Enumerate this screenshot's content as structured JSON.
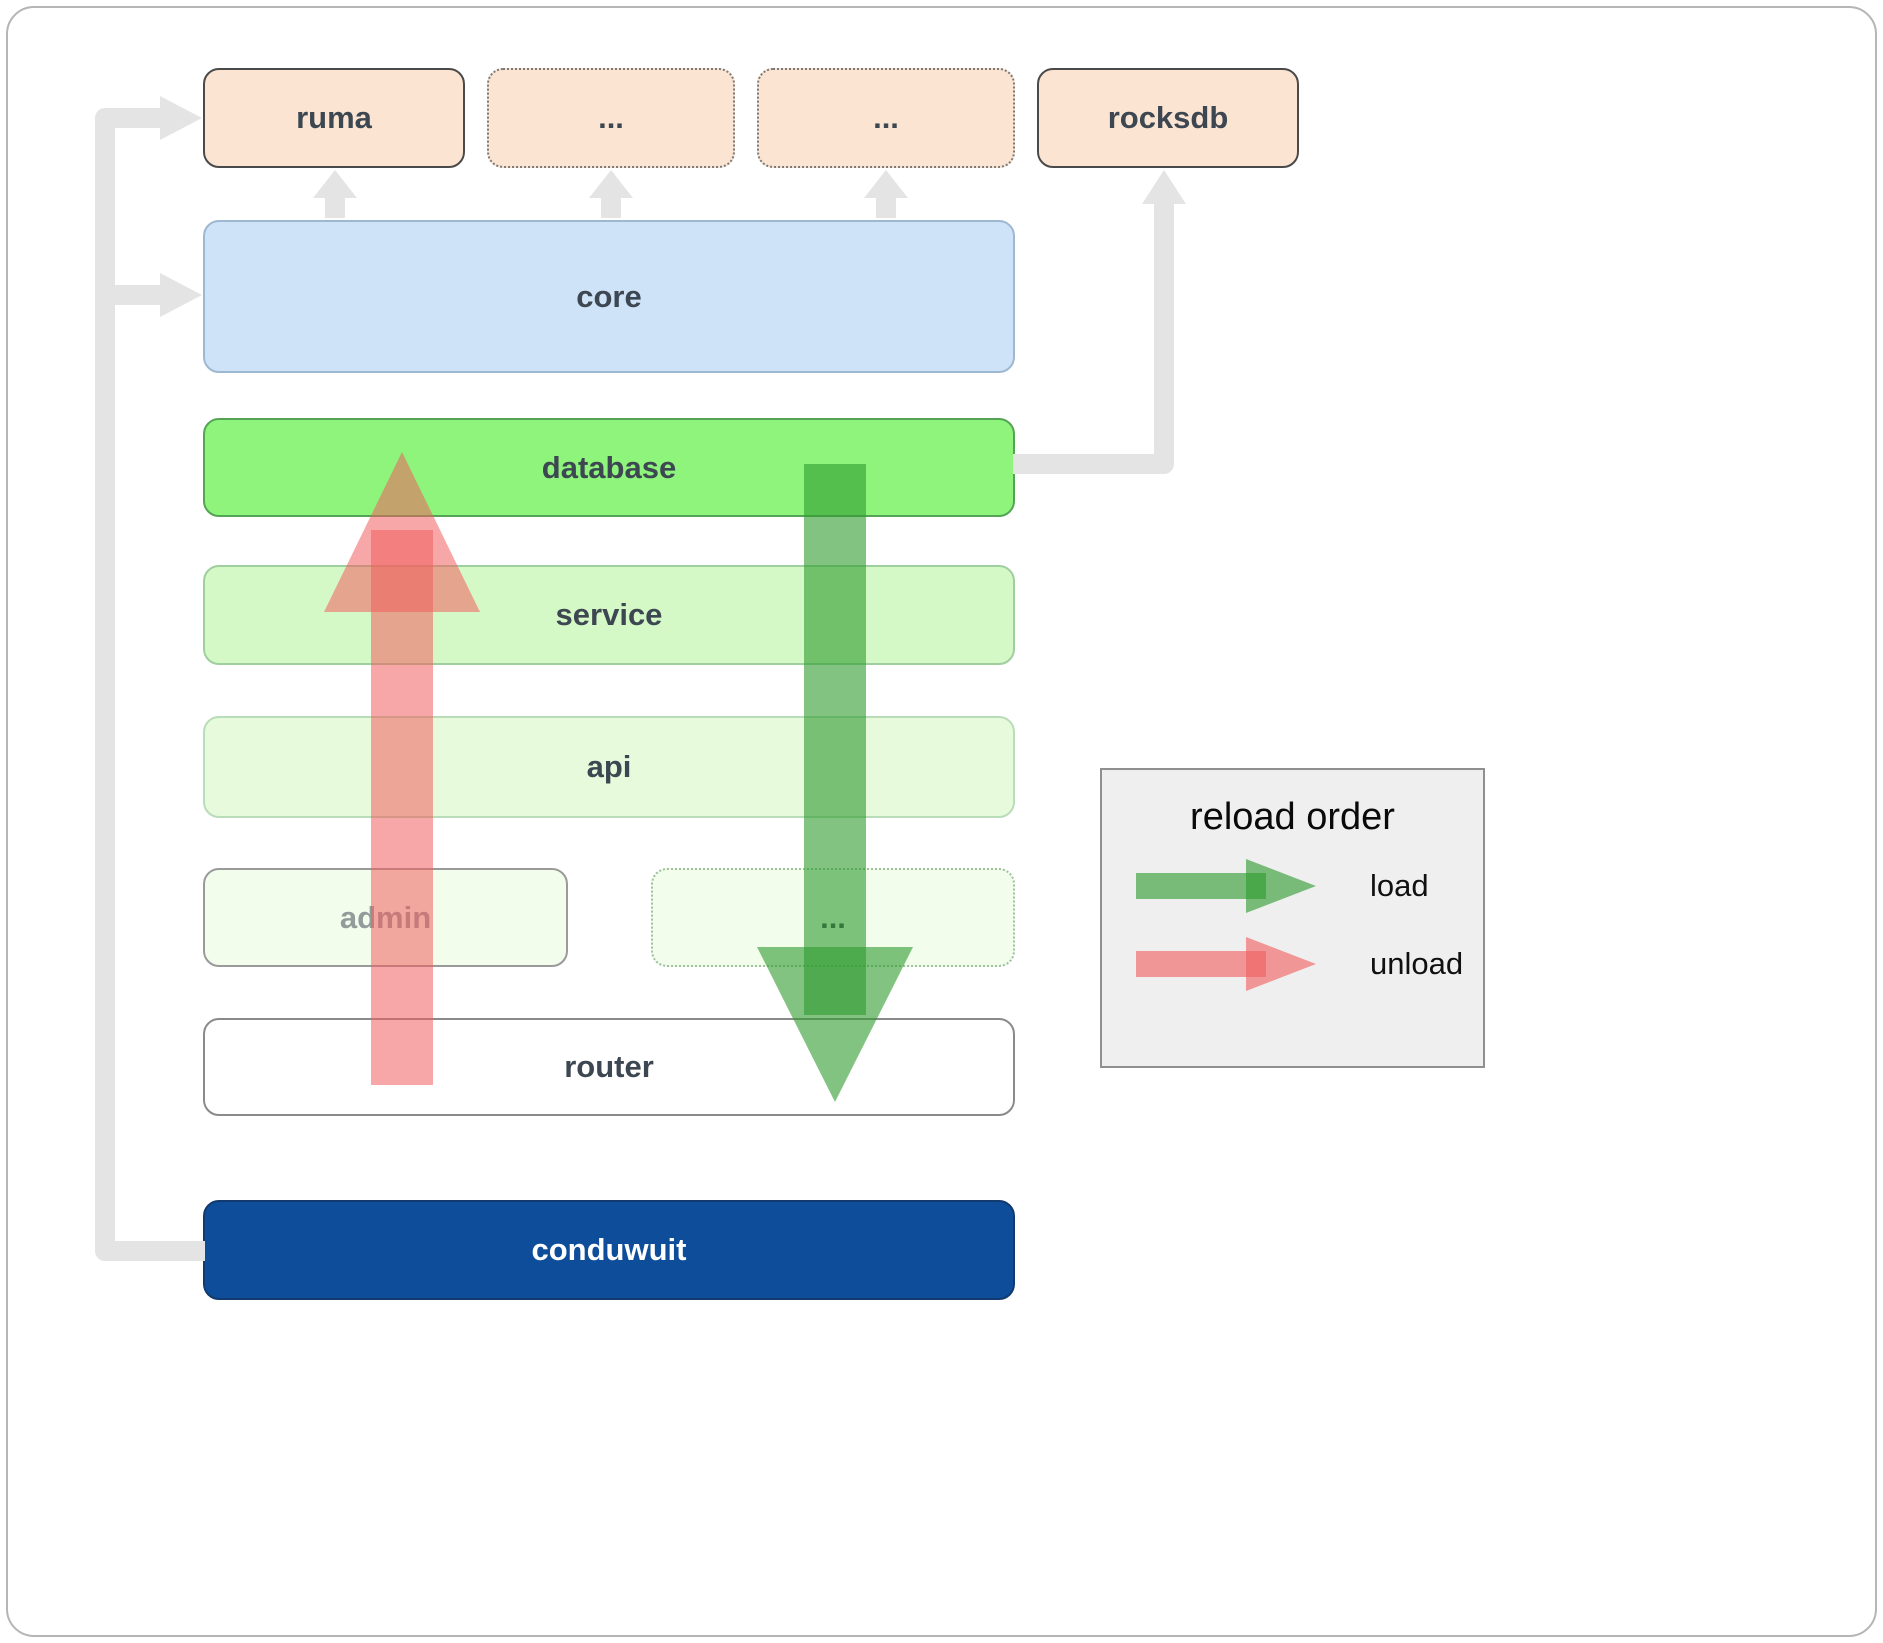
{
  "boxes": {
    "ruma": "ruma",
    "dots1": "...",
    "dots2": "...",
    "rocksdb": "rocksdb",
    "core": "core",
    "database": "database",
    "service": "service",
    "api": "api",
    "admin": "admin",
    "dots3": "...",
    "router": "router",
    "conduwuit": "conduwuit"
  },
  "legend": {
    "title": "reload order",
    "load_label": "load",
    "unload_label": "unload"
  },
  "colors": {
    "peach": "#fbe4d1",
    "core_blue": "#cfe3f8",
    "database_green": "#8ef47b",
    "service_green": "#d5f9c6",
    "api_green": "#e7fbdc",
    "admin_green": "#f2fdec",
    "conduwuit_navy": "#0d4d9a",
    "load_arrow": "#2f9b2f",
    "unload_arrow": "#f15f5f",
    "connector_gray": "#e4e4e4"
  }
}
